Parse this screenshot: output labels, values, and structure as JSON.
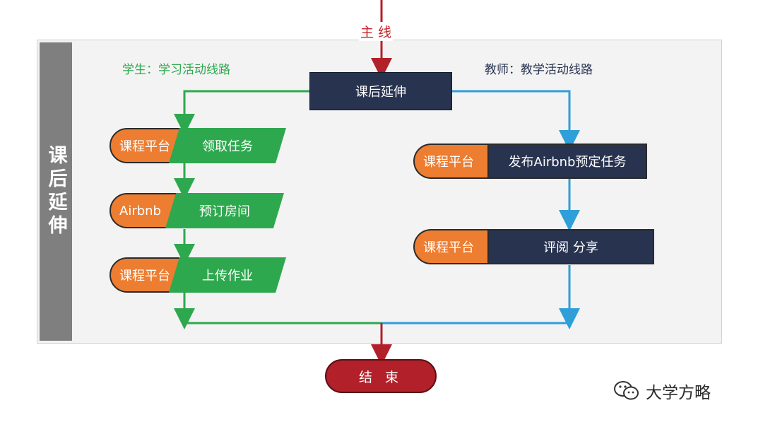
{
  "colors": {
    "main_line": "#b2202a",
    "student_line": "#2ea84e",
    "teacher_line": "#2e9fd8",
    "navy_box": "#283350",
    "orange_pill": "#ed7d31",
    "green_step": "#2ea84e"
  },
  "top_label": "主 线",
  "side_label": "课后延伸",
  "student_title": "学生：学习活动线路",
  "teacher_title": "教师：教学活动线路",
  "start_box": "课后延伸",
  "student_steps": [
    {
      "tag": "课程平台",
      "action": "领取任务"
    },
    {
      "tag": "Airbnb",
      "action": "预订房间"
    },
    {
      "tag": "课程平台",
      "action": "上传作业"
    }
  ],
  "teacher_steps": [
    {
      "tag": "课程平台",
      "action": "发布Airbnb预定任务"
    },
    {
      "tag": "课程平台",
      "action": "评阅 分享"
    }
  ],
  "end_label": "结 束",
  "brand": {
    "icon": "wechat-icon",
    "text": "大学方略"
  }
}
